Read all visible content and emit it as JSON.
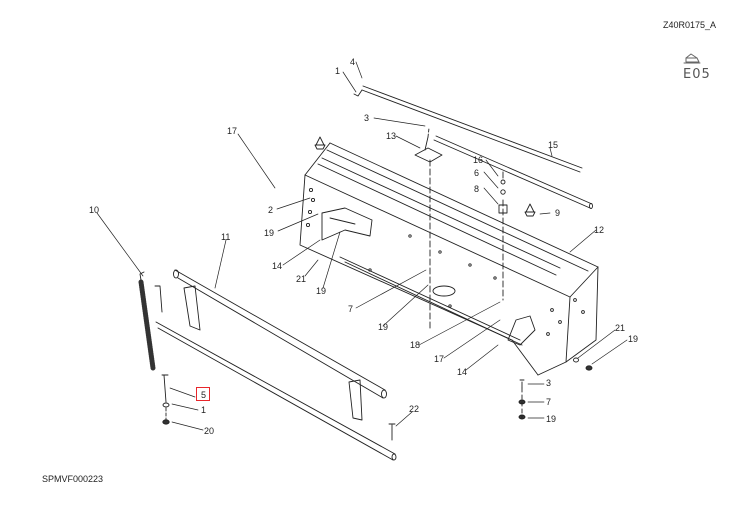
{
  "doc_code": "Z40R0175_A",
  "footer_code": "SPMVF000223",
  "section_code": "E05",
  "highlight_color": "#e8262b",
  "callouts": {
    "c1a": "1",
    "c4": "4",
    "c3a": "3",
    "c13": "13",
    "c17a": "17",
    "c15": "15",
    "c16": "16",
    "c6": "6",
    "c8": "8",
    "c9": "9",
    "c12": "12",
    "c2": "2",
    "c19a": "19",
    "c10": "10",
    "c11": "11",
    "c14a": "14",
    "c21a": "21",
    "c19b": "19",
    "c7a": "7",
    "c19c": "19",
    "c18": "18",
    "c17b": "17",
    "c14b": "14",
    "c21b": "21",
    "c19d": "19",
    "c3b": "3",
    "c7b": "7",
    "c19e": "19",
    "c5": "5",
    "c1b": "1",
    "c20": "20",
    "c22": "22"
  },
  "icons": {
    "section": "document-hand-icon"
  }
}
